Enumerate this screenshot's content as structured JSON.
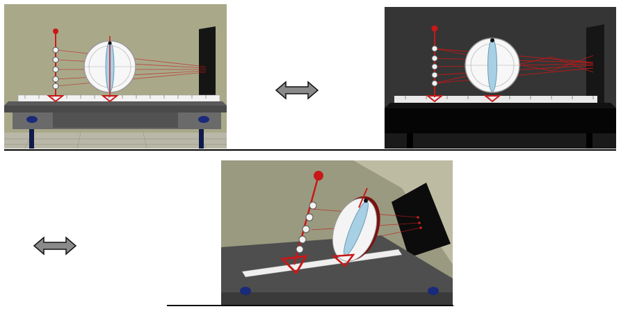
{
  "views": [
    {
      "name": "front-view-lit",
      "theme": "light"
    },
    {
      "name": "front-view-dark",
      "theme": "dark"
    },
    {
      "name": "perspective-view",
      "theme": "light"
    }
  ],
  "colors": {
    "wall_light": "#a9a98a",
    "wall_dark": "#353535",
    "bench": "#4a4a4a",
    "bench_dark": "#0a0a0a",
    "ray_red": "#c01818",
    "holder_red": "#c81818",
    "lens_blue": "#a8d0e4",
    "arrow_fill": "#8a8a8a"
  },
  "icons": [
    "double-arrow-icon",
    "double-arrow-icon"
  ]
}
